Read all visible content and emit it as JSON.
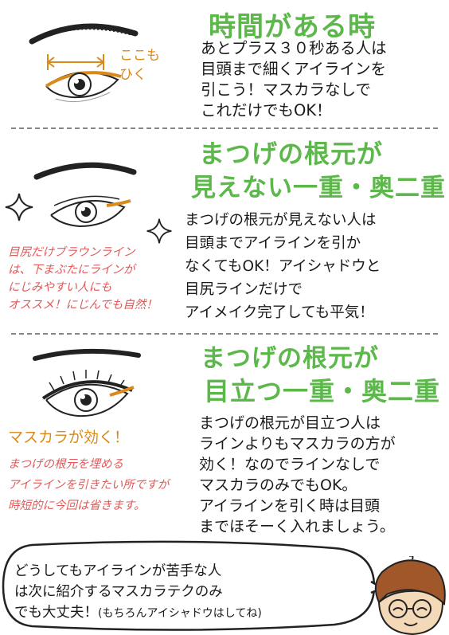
{
  "section1": {
    "title": "時間がある時",
    "note": "ここも\nひく",
    "body": "あとプラス３０秒ある人は\n目頭まで細くアイラインを\n引こう！マスカラなしで\nこれだけでもOK！"
  },
  "section2": {
    "title_line1": "まつげの根元が",
    "title_line2": "見えない一重・奥二重",
    "note": "目尻だけブラウンライン\nは、下まぶたにラインが\nにじみやすい人にも\nオススメ！にじんでも自然！",
    "body": "まつげの根元が見えない人は\n目頭までアイラインを引か\nなくてもOK！アイシャドウと\n目尻ラインだけで\nアイメイク完了しても平気！"
  },
  "section3": {
    "title_line1": "まつげの根元が",
    "title_line2": "目立つ一重・奥二重",
    "note_orange": "マスカラが効く！",
    "note_red": "まつげの根元を埋める\nアイラインを引きたい所ですが\n時短的に今回は省きます。",
    "body": "まつげの根元が目立つ人は\nラインよりもマスカラの方が\n効く！なのでラインなしで\nマスカラのみでもOK。\nアイラインを引く時は目頭\nまでほそーく入れましょう。"
  },
  "bubble": {
    "line1": "どうしてもアイラインが苦手な人",
    "line2": "は次に紹介するマスカラテクのみ",
    "line3_main": "でも大丈夫！",
    "line3_small": "(もちろんアイシャドウはしてね)"
  },
  "colors": {
    "title_green": "#5cb84a",
    "liner_orange": "#d98a1a",
    "note_red": "#e05a5a"
  }
}
